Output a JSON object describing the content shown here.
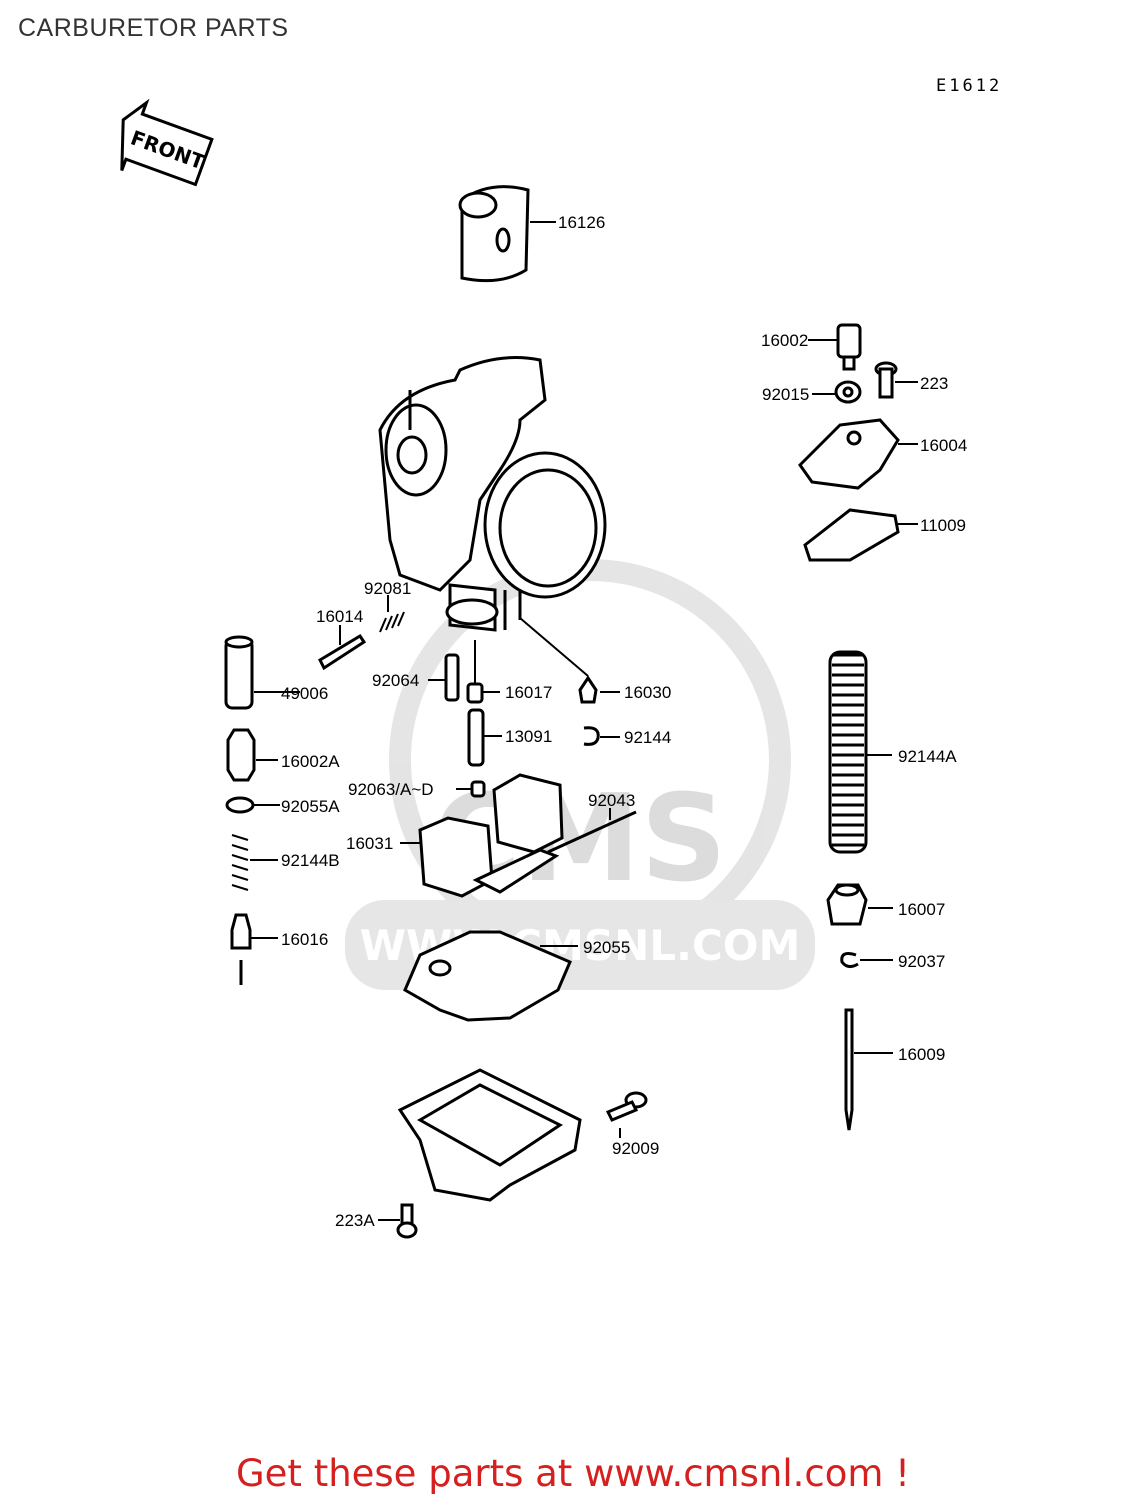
{
  "header": {
    "title": "CARBURETOR PARTS",
    "diagram_code": "E1612"
  },
  "front_indicator": {
    "label": "FRONT",
    "icon": "front-arrow-icon"
  },
  "watermark": {
    "logo_text": "CMS",
    "url_text": "WWW.CMSNL.COM"
  },
  "parts": {
    "p16126": "16126",
    "p16002": "16002",
    "p223": "223",
    "p92015": "92015",
    "p16004": "16004",
    "p11009": "11009",
    "p92081": "92081",
    "p16014": "16014",
    "p49006": "49006",
    "p92064": "92064",
    "p16017": "16017",
    "p16030": "16030",
    "p13091": "13091",
    "p92144": "92144",
    "p16002A": "16002A",
    "p92063": "92063/A~D",
    "p92055A": "92055A",
    "p92043": "92043",
    "p16031": "16031",
    "p92144B": "92144B",
    "p92144A": "92144A",
    "p16007": "16007",
    "p16016": "16016",
    "p92055": "92055",
    "p92037": "92037",
    "p16009": "16009",
    "p92009": "92009",
    "p223A": "223A"
  },
  "footer": {
    "link_text": "Get these parts at www.cmsnl.com !"
  },
  "colors": {
    "line": "#000000",
    "watermark": "#d9d9d9",
    "footer": "#d61f1f"
  }
}
